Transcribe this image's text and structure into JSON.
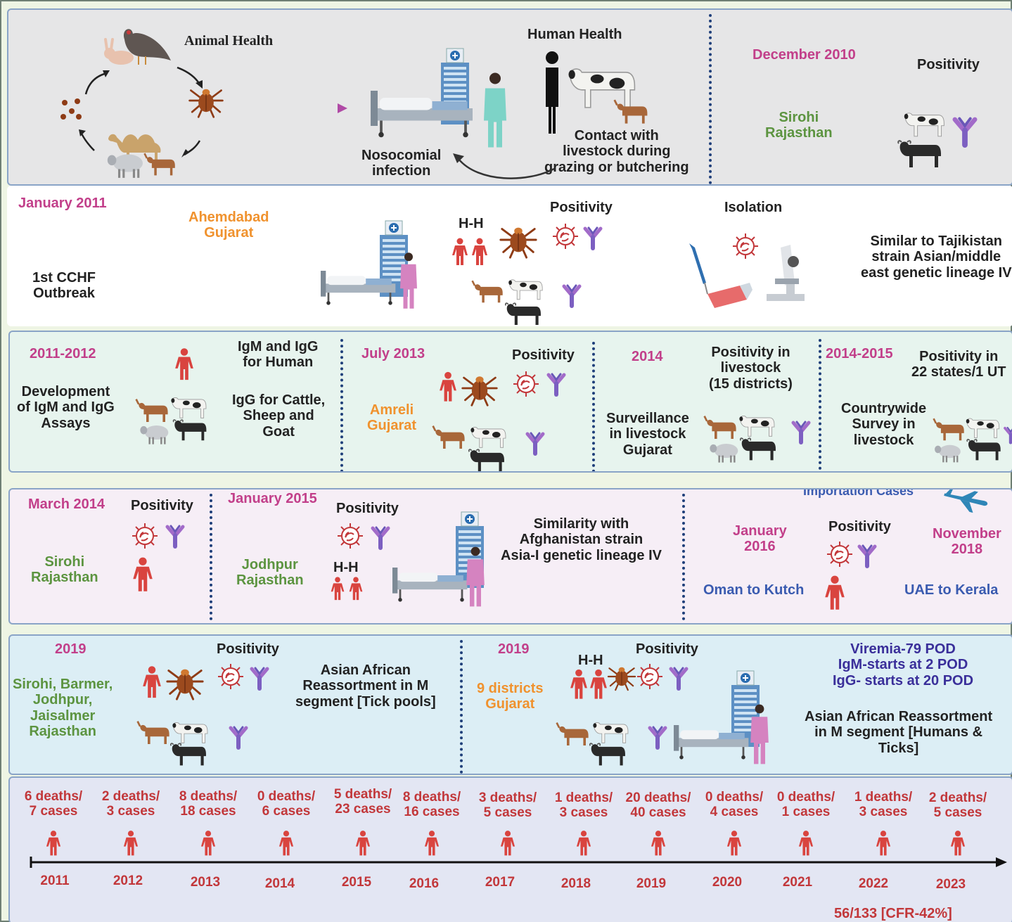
{
  "colors": {
    "pink": "#c23f8a",
    "green": "#5c9440",
    "orange": "#f0922e",
    "blue": "#3a5bb0",
    "indigo": "#3a2f9a",
    "red": "#c2373a"
  },
  "icons": [
    "turkey-icon",
    "rabbit-icon",
    "tick-icon",
    "camel-icon",
    "sheep-icon",
    "goat-icon",
    "cow-icon",
    "buffalo-icon",
    "hospital-icon",
    "patient-bed-icon",
    "doctor-icon",
    "person-icon",
    "virus-icon",
    "antibody-icon",
    "pipette-icon",
    "flask-icon",
    "microscope-icon",
    "airplane-icon"
  ],
  "p1": {
    "animal_health": "Animal Health",
    "human_health": "Human Health",
    "nosocomial": "Nosocomial\ninfection",
    "contact": "Contact with\nlivestock during\ngrazing or butchering",
    "date": "December 2010",
    "positivity": "Positivity",
    "place": "Sirohi\nRajasthan"
  },
  "p2": {
    "date": "January 2011",
    "place": "Ahemdabad\nGujarat",
    "outbreak": "1st CCHF\nOutbreak",
    "hh": "H-H",
    "positivity": "Positivity",
    "isolation": "Isolation",
    "similar": "Similar to Tajikistan\nstrain Asian/middle\neast genetic lineage IV"
  },
  "p3": {
    "date1": "2011-2012",
    "dev": "Development\nof IgM and IgG\nAssays",
    "igm_igg": "IgM and IgG\nfor Human",
    "igg_cattle": "IgG for Cattle,\nSheep and\nGoat",
    "date2": "July 2013",
    "positivity2": "Positivity",
    "place2": "Amreli\nGujarat",
    "date3": "2014",
    "pos_livestock": "Positivity in\nlivestock\n(15 districts)",
    "surveillance": "Surveillance\nin livestock\nGujarat",
    "date4": "2014-2015",
    "pos_states": "Positivity in\n22 states/1 UT",
    "countrywide": "Countrywide\nSurvey in\nlivestock"
  },
  "p4": {
    "date1": "March 2014",
    "positivity1": "Positivity",
    "place1": "Sirohi\nRajasthan",
    "date2": "January 2015",
    "positivity2": "Positivity",
    "place2": "Jodhpur\nRajasthan",
    "hh": "H-H",
    "similarity": "Similarity with\nAfghanistan strain\nAsia-I genetic lineage IV",
    "importation": "Importation Cases",
    "date3": "January\n2016",
    "positivity3": "Positivity",
    "route3": "Oman to Kutch",
    "date4": "November\n2018",
    "route4": "UAE to Kerala"
  },
  "p5": {
    "date1": "2019",
    "positivity1": "Positivity",
    "place1": "Sirohi, Barmer,\nJodhpur,\nJaisalmer\nRajasthan",
    "reassort1": "Asian African\nReassortment in M\nsegment [Tick pools]",
    "date2": "2019",
    "hh": "H-H",
    "positivity2": "Positivity",
    "place2": "9 districts\nGujarat",
    "viremia": "Viremia-79 POD\nIgM-starts at 2 POD\nIgG- starts at 20 POD",
    "reassort2": "Asian African Reassortment\nin M segment [Humans &\nTicks]"
  },
  "timeline": {
    "items": [
      {
        "year": "2011",
        "deaths": "6 deaths/",
        "cases": "7 cases"
      },
      {
        "year": "2012",
        "deaths": "2 deaths/",
        "cases": "3 cases"
      },
      {
        "year": "2013",
        "deaths": "8 deaths/",
        "cases": "18 cases"
      },
      {
        "year": "2014",
        "deaths": "0 deaths/",
        "cases": "6 cases"
      },
      {
        "year": "2015",
        "deaths": "5 deaths/",
        "cases": "23 cases"
      },
      {
        "year": "2016",
        "deaths": "8 deaths/",
        "cases": "16 cases"
      },
      {
        "year": "2017",
        "deaths": "3 deaths/",
        "cases": "5 cases"
      },
      {
        "year": "2018",
        "deaths": "1 deaths/",
        "cases": "3 cases"
      },
      {
        "year": "2019",
        "deaths": "20 deaths/",
        "cases": "40 cases"
      },
      {
        "year": "2020",
        "deaths": "0 deaths/",
        "cases": "4 cases"
      },
      {
        "year": "2021",
        "deaths": "0 deaths/",
        "cases": "1 cases"
      },
      {
        "year": "2022",
        "deaths": "1 deaths/",
        "cases": "3 cases"
      },
      {
        "year": "2023",
        "deaths": "2 deaths/",
        "cases": "5 cases"
      }
    ],
    "total": "56/133 [CFR-42%]"
  }
}
